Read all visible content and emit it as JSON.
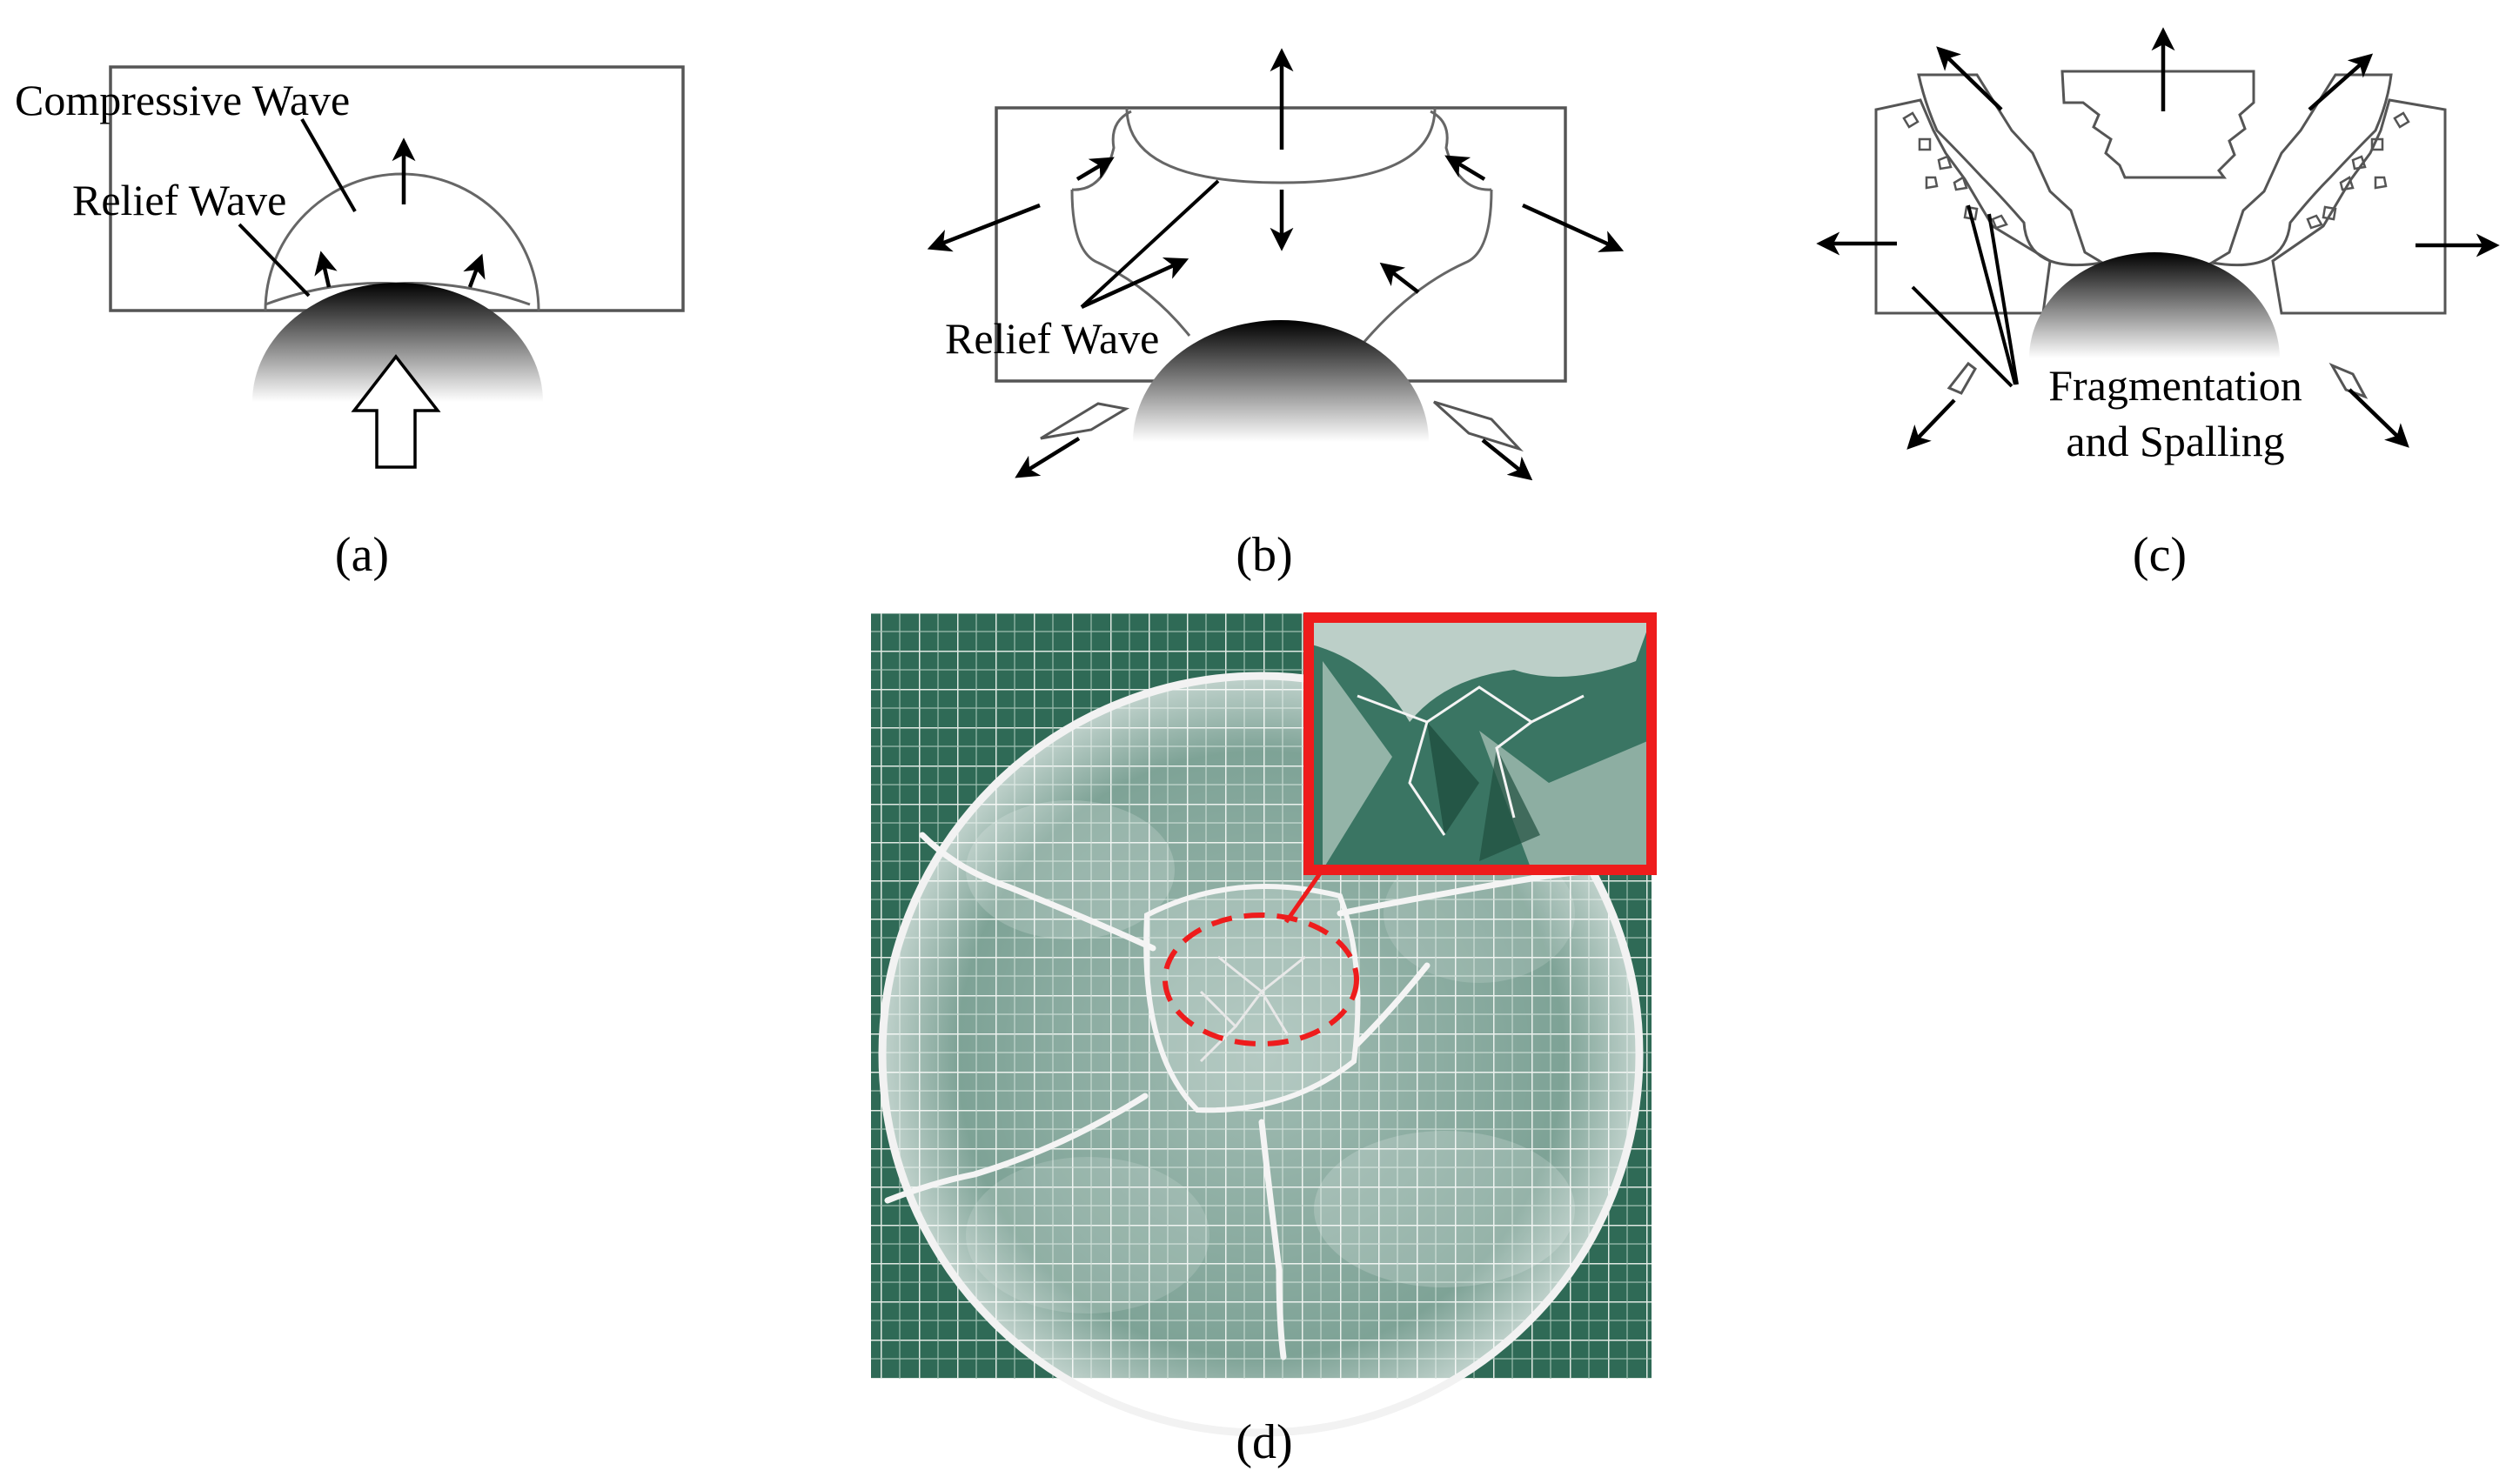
{
  "panel_a": {
    "label_compressive": "Compressive Wave",
    "label_relief": "Relief Wave",
    "caption": "(a)"
  },
  "panel_b": {
    "label_relief": "Relief Wave",
    "caption": "(b)"
  },
  "panel_c": {
    "label_fragmentation_1": "Fragmentation",
    "label_fragmentation_2": "and Spalling",
    "caption": "(c)"
  },
  "panel_d": {
    "caption": "(d)",
    "highlight_color": "#ee1c1c",
    "grid_color": "#2f6a56"
  }
}
